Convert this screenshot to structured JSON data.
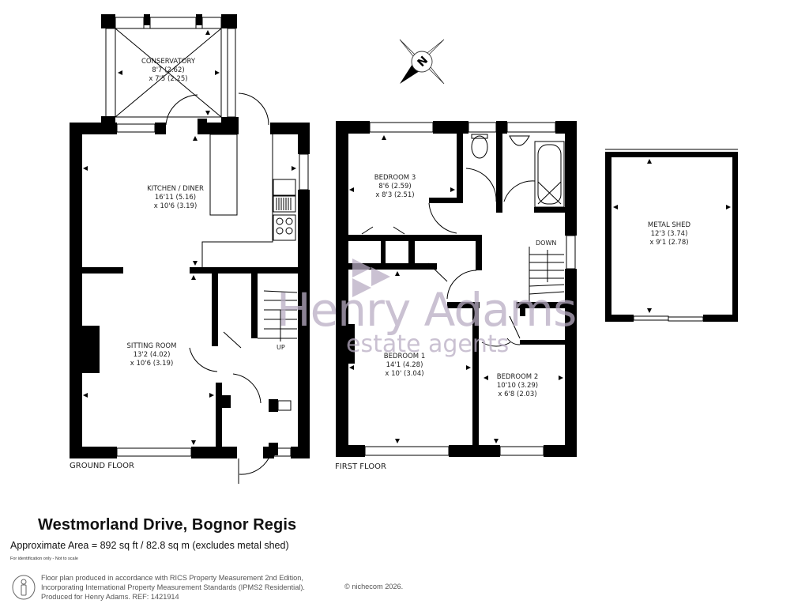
{
  "title": "Westmorland Drive, Bognor Regis",
  "area": "Approximate Area = 892 sq ft / 82.8 sq m (excludes metal shed)",
  "note": "For identification only - Not to scale",
  "footer": {
    "line1": "Floor plan produced in accordance with RICS Property Measurement 2nd Edition,",
    "line2": "Incorporating International Property Measurement Standards (IPMS2 Residential).",
    "line3": "Produced for Henry Adams.   REF: 1421914",
    "copyright": "© nichecom 2026."
  },
  "watermark": {
    "line1": "Henry Adams",
    "line2": "estate agents",
    "color": "#b9adc3"
  },
  "compass": {
    "label": "N"
  },
  "floors": {
    "ground": {
      "label": "GROUND FLOOR"
    },
    "first": {
      "label": "FIRST FLOOR"
    }
  },
  "rooms": {
    "conservatory": {
      "name": "CONSERVATORY",
      "dim1": "8'7 (2.62)",
      "dim2": "x 7'5 (2.25)"
    },
    "kitchen": {
      "name": "KITCHEN / DINER",
      "dim1": "16'11 (5.16)",
      "dim2": "x 10'6 (3.19)"
    },
    "sitting": {
      "name": "SITTING ROOM",
      "dim1": "13'2 (4.02)",
      "dim2": "x 10'6 (3.19)"
    },
    "bedroom3": {
      "name": "BEDROOM 3",
      "dim1": "8'6 (2.59)",
      "dim2": "x 8'3 (2.51)"
    },
    "bedroom1": {
      "name": "BEDROOM 1",
      "dim1": "14'1 (4.28)",
      "dim2": "x 10' (3.04)"
    },
    "bedroom2": {
      "name": "BEDROOM 2",
      "dim1": "10'10 (3.29)",
      "dim2": "x 6'8 (2.03)"
    },
    "shed": {
      "name": "METAL SHED",
      "dim1": "12'3 (3.74)",
      "dim2": "x 9'1 (2.78)"
    }
  },
  "stairs": {
    "up": "UP",
    "down": "DOWN"
  }
}
